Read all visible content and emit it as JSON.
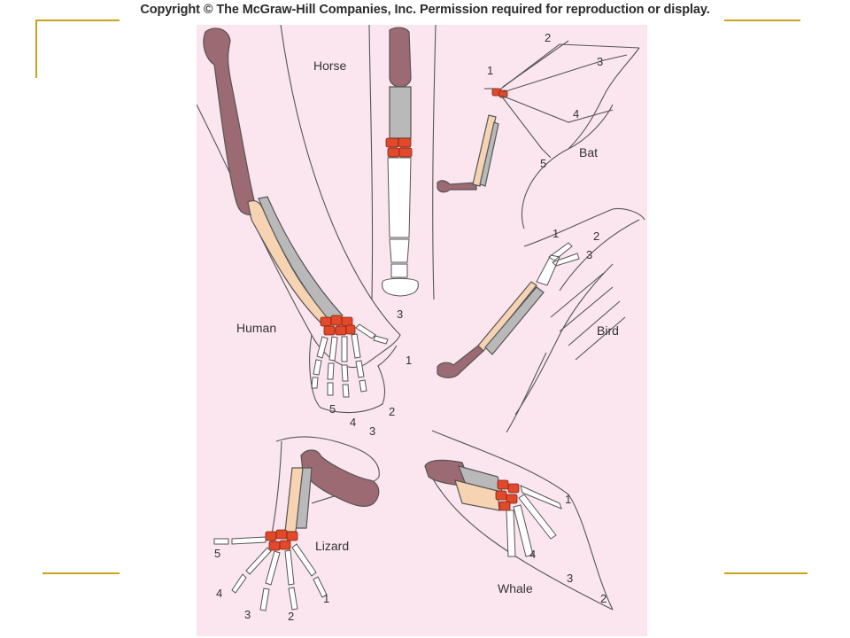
{
  "header": {
    "copyright": "Copyright © The McGraw-Hill Companies, Inc. Permission required for reproduction or display."
  },
  "colors": {
    "background": "#fbe6ef",
    "humerus": "#9c6a72",
    "radius": "#f6d3b3",
    "ulna": "#b9b9b9",
    "carpals": "#e2492a",
    "outline": "#555555",
    "frame_accent": "#c8a41e"
  },
  "labels": {
    "horse": "Horse",
    "bat": "Bat",
    "human": "Human",
    "bird": "Bird",
    "lizard": "Lizard",
    "whale": "Whale"
  },
  "digits": {
    "horse": [
      "3"
    ],
    "bat": [
      "1",
      "2",
      "3",
      "4",
      "5"
    ],
    "human": [
      "1",
      "2",
      "3",
      "4",
      "5"
    ],
    "bird": [
      "1",
      "2",
      "3"
    ],
    "lizard": [
      "1",
      "2",
      "3",
      "4",
      "5"
    ],
    "whale": [
      "1",
      "2",
      "3",
      "4"
    ]
  }
}
